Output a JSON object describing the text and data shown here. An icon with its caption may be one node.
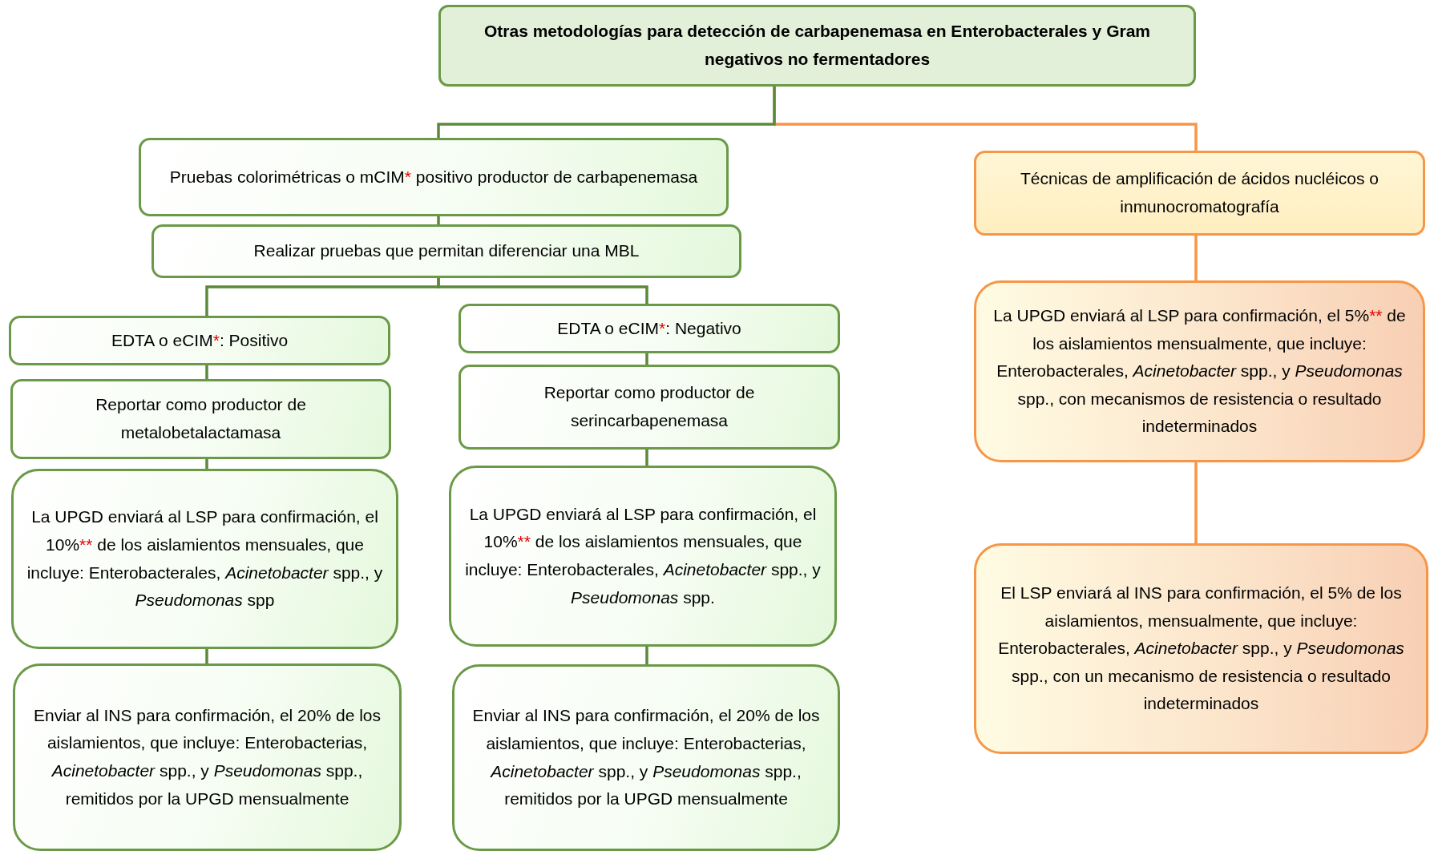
{
  "diagram": {
    "nodes": [
      {
        "text": [
          "Otras metodologías para detección de carbapenemasa en Enterobacterales y Gram negativos no fermentadores"
        ]
      },
      {
        "text": [
          "Pruebas colorimétricas o mCIM* positivo productor de carbapenemasa"
        ]
      },
      {
        "text": [
          "Realizar pruebas que permitan diferenciar una MBL"
        ]
      },
      {
        "text": [
          "EDTA o eCIM*: Positivo"
        ]
      },
      {
        "text": [
          "Reportar como productor de metalobetalactamasa"
        ]
      },
      {
        "text": [
          "La UPGD enviará al LSP para confirmación, el 10%** de los aislamientos mensuales, que incluye: Enterobacterales, *Acinetobacter* spp., y *Pseudomonas* spp"
        ]
      },
      {
        "text": [
          "Enviar al INS para confirmación, el 20% de los aislamientos, que incluye: Enterobacterias, *Acinetobacter* spp., y *Pseudomonas* spp., remitidos por la UPGD mensualmente"
        ]
      },
      {
        "text": [
          "EDTA o eCIM*: Negativo"
        ]
      },
      {
        "text": [
          "Reportar como productor de serincarbapenemasa"
        ]
      },
      {
        "text": [
          "La UPGD enviará al LSP para confirmación, el 10%** de los aislamientos mensuales, que incluye: Enterobacterales, *Acinetobacter* spp., y *Pseudomonas* spp."
        ]
      },
      {
        "text": [
          "Enviar al INS para confirmación, el 20% de los aislamientos, que incluye: Enterobacterias, *Acinetobacter* spp., y *Pseudomonas* spp., remitidos por la UPGD mensualmente"
        ]
      },
      {
        "text": [
          "Técnicas de amplificación de ácidos nucléicos o inmunocromatografía"
        ]
      },
      {
        "text": [
          "La UPGD enviará al LSP para confirmación, el 5%** de los aislamientos mensualmente, que incluye: Enterobacterales, *Acinetobacter* spp., y *Pseudomonas* spp., con mecanismos de resistencia o resultado indeterminados"
        ]
      },
      {
        "text": [
          "El LSP enviará al INS para confirmación, el 5% de los aislamientos, mensualmente, que incluye: Enterobacterales, *Acinetobacter* spp., y *Pseudomonas* spp., con un mecanismo de resistencia o resultado indeterminados"
        ]
      }
    ],
    "edges": [
      {
        "from": 0,
        "to": 1,
        "arrow": "none"
      },
      {
        "from": 0,
        "to": 11,
        "arrow": "none",
        "color": "#f79646"
      },
      {
        "from": 1,
        "to": 2,
        "arrow": "none"
      },
      {
        "from": 2,
        "to": 3,
        "arrow": "none"
      },
      {
        "from": 2,
        "to": 7,
        "arrow": "none"
      },
      {
        "from": 3,
        "to": 4,
        "arrow": "none"
      },
      {
        "from": 4,
        "to": 5,
        "arrow": "none"
      },
      {
        "from": 5,
        "to": 6,
        "arrow": "none"
      },
      {
        "from": 7,
        "to": 8,
        "arrow": "none"
      },
      {
        "from": 8,
        "to": 9,
        "arrow": "none"
      },
      {
        "from": 9,
        "to": 10,
        "arrow": "none"
      },
      {
        "from": 11,
        "to": 12,
        "arrow": "none",
        "color": "#f79646"
      },
      {
        "from": 12,
        "to": 13,
        "arrow": "none",
        "color": "#f79646"
      }
    ]
  }
}
